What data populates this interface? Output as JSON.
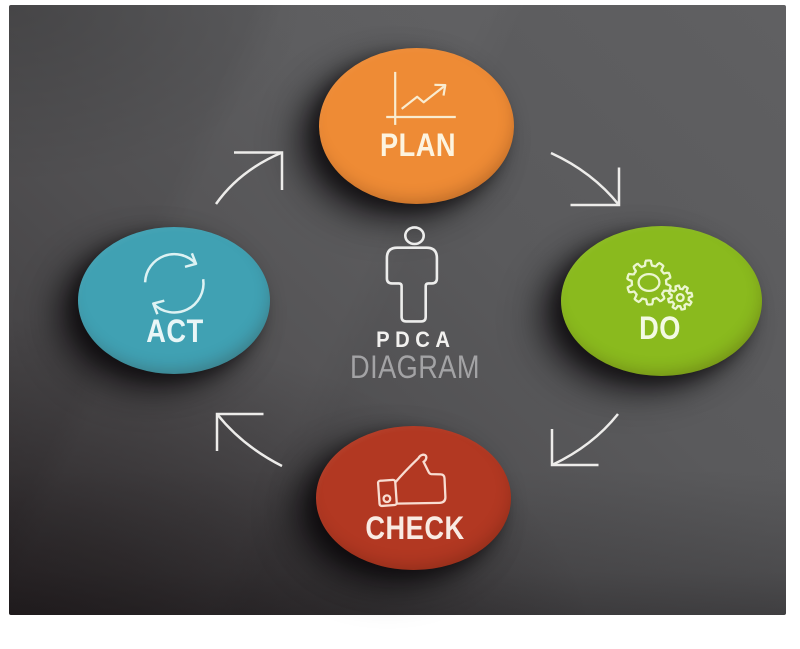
{
  "title": "PDCA Diagram",
  "center": {
    "heading": "PDCA",
    "subheading": "DIAGRAM",
    "icon": "person-icon",
    "heading_color": "#f2f1ef",
    "subheading_color": "#a3a3a5"
  },
  "cycle_order": [
    "PLAN",
    "DO",
    "CHECK",
    "ACT"
  ],
  "nodes": [
    {
      "id": "plan",
      "label": "PLAN",
      "icon": "line-chart-icon",
      "color": "#ee8b35",
      "label_color": "#fdf4e0"
    },
    {
      "id": "do",
      "label": "DO",
      "icon": "gears-icon",
      "color": "#8aba1e",
      "label_color": "#f3fae3"
    },
    {
      "id": "check",
      "label": "CHECK",
      "icon": "thumbs-up-icon",
      "color": "#b23822",
      "label_color": "#f9ebe3"
    },
    {
      "id": "act",
      "label": "ACT",
      "icon": "refresh-icon",
      "color": "#40a1b3",
      "label_color": "#e9f6f7"
    }
  ],
  "background": {
    "frame_color": "#ffffff",
    "fill_center": "#58585a",
    "fill_corner": "#363337"
  },
  "arrow_color": "#edecea"
}
